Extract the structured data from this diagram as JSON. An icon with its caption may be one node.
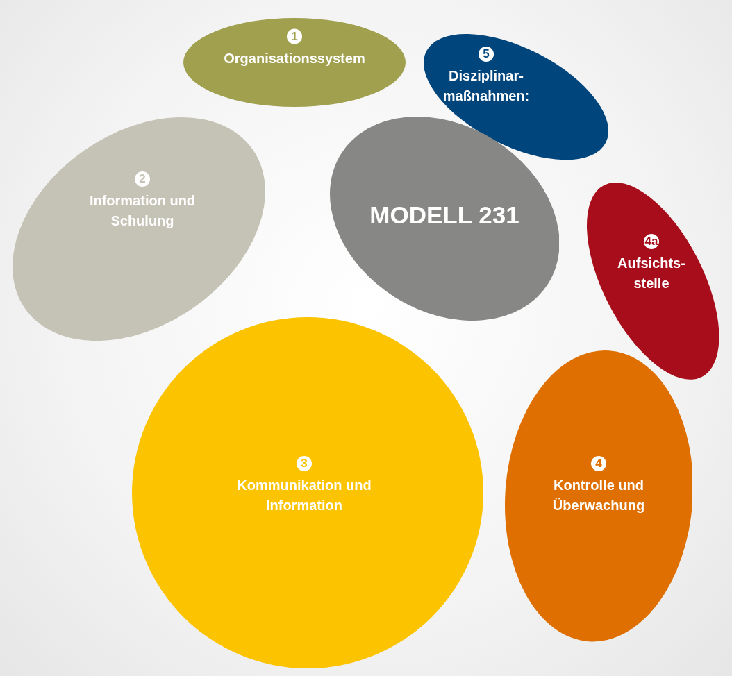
{
  "diagram": {
    "nodes": [
      {
        "text": [
          "1",
          "Organisationssystem"
        ]
      },
      {
        "text": [
          "5",
          "Disziplinar- maßnahmen:"
        ]
      },
      {
        "text": [
          "2",
          "Information und Schulung"
        ]
      },
      {
        "text": [
          "MODELL 231"
        ]
      },
      {
        "text": [
          "4a",
          "Aufsichts- stelle"
        ]
      },
      {
        "text": [
          "3",
          "Kommunikation und Information"
        ]
      },
      {
        "text": [
          "4",
          "Kontrolle und Überwachung"
        ]
      }
    ],
    "edges": []
  }
}
